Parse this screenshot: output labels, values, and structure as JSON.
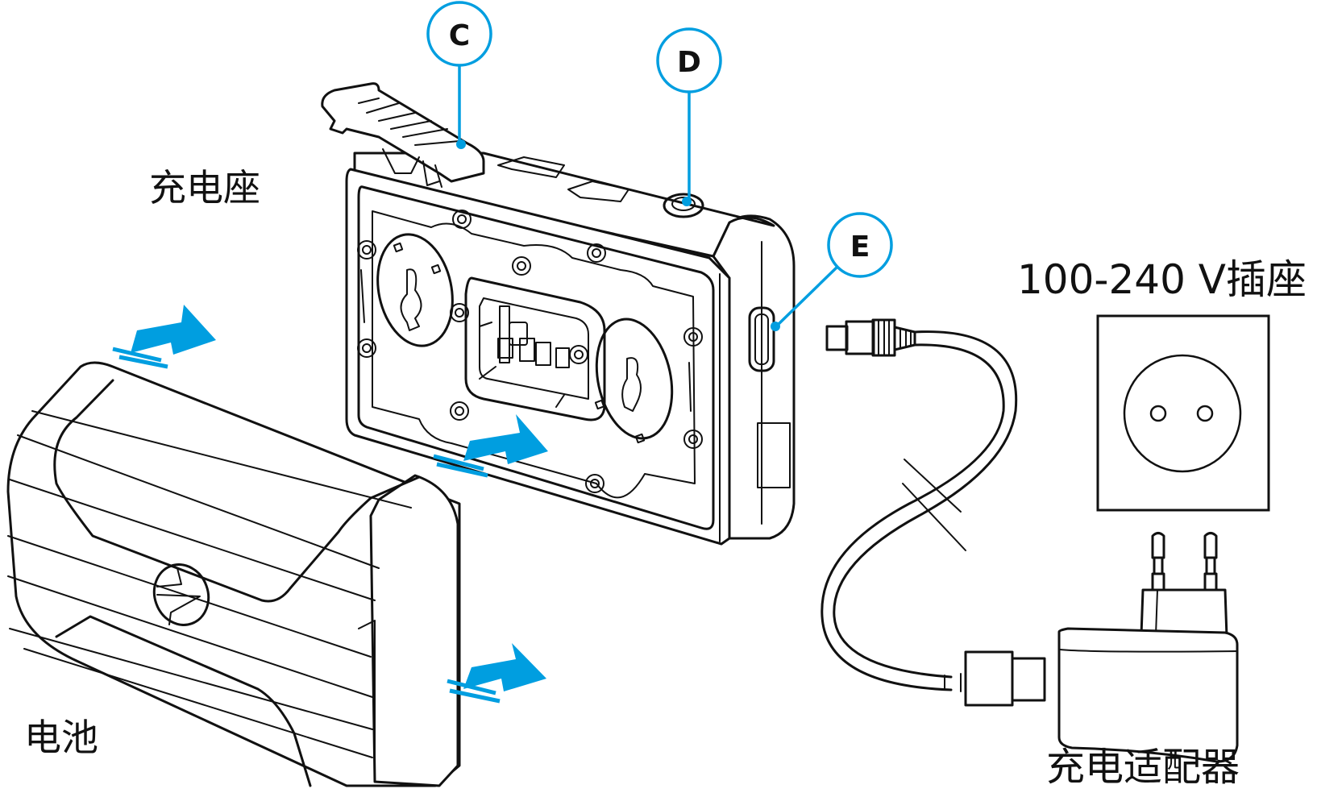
{
  "colors": {
    "accent": "#009ee0",
    "line": "#111111",
    "background": "#ffffff"
  },
  "callouts": [
    {
      "id": "C",
      "letter": "C",
      "target": "latch"
    },
    {
      "id": "D",
      "letter": "D",
      "target": "button"
    },
    {
      "id": "E",
      "letter": "E",
      "target": "usb-port"
    }
  ],
  "labels": {
    "charging_dock": "充电座",
    "battery": "电池",
    "outlet": "100-240 V插座",
    "charger_adapter": "充电适配器"
  },
  "icons": {
    "arrows": [
      "insert-arrow",
      "insert-arrow",
      "insert-arrow"
    ],
    "cable_break": "break-mark-icon",
    "socket": "power-socket-icon",
    "plug": "eu-plug-icon"
  }
}
